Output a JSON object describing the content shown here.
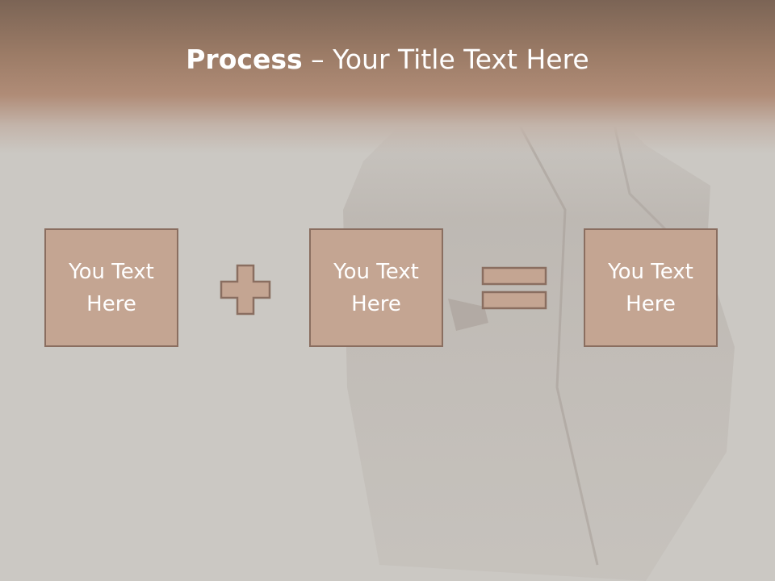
{
  "title": {
    "bold": "Process",
    "rest": " – Your Title Text Here"
  },
  "boxes": [
    {
      "text": "You Text Here"
    },
    {
      "text": "You Text Here"
    },
    {
      "text": "You Text Here"
    }
  ],
  "operators": [
    "plus-icon",
    "equals-icon"
  ],
  "colors": {
    "header": "#a4826d",
    "background": "#cbc8c3",
    "box_fill": "#c4a592",
    "box_border": "#8a6e60",
    "text": "#ffffff"
  }
}
